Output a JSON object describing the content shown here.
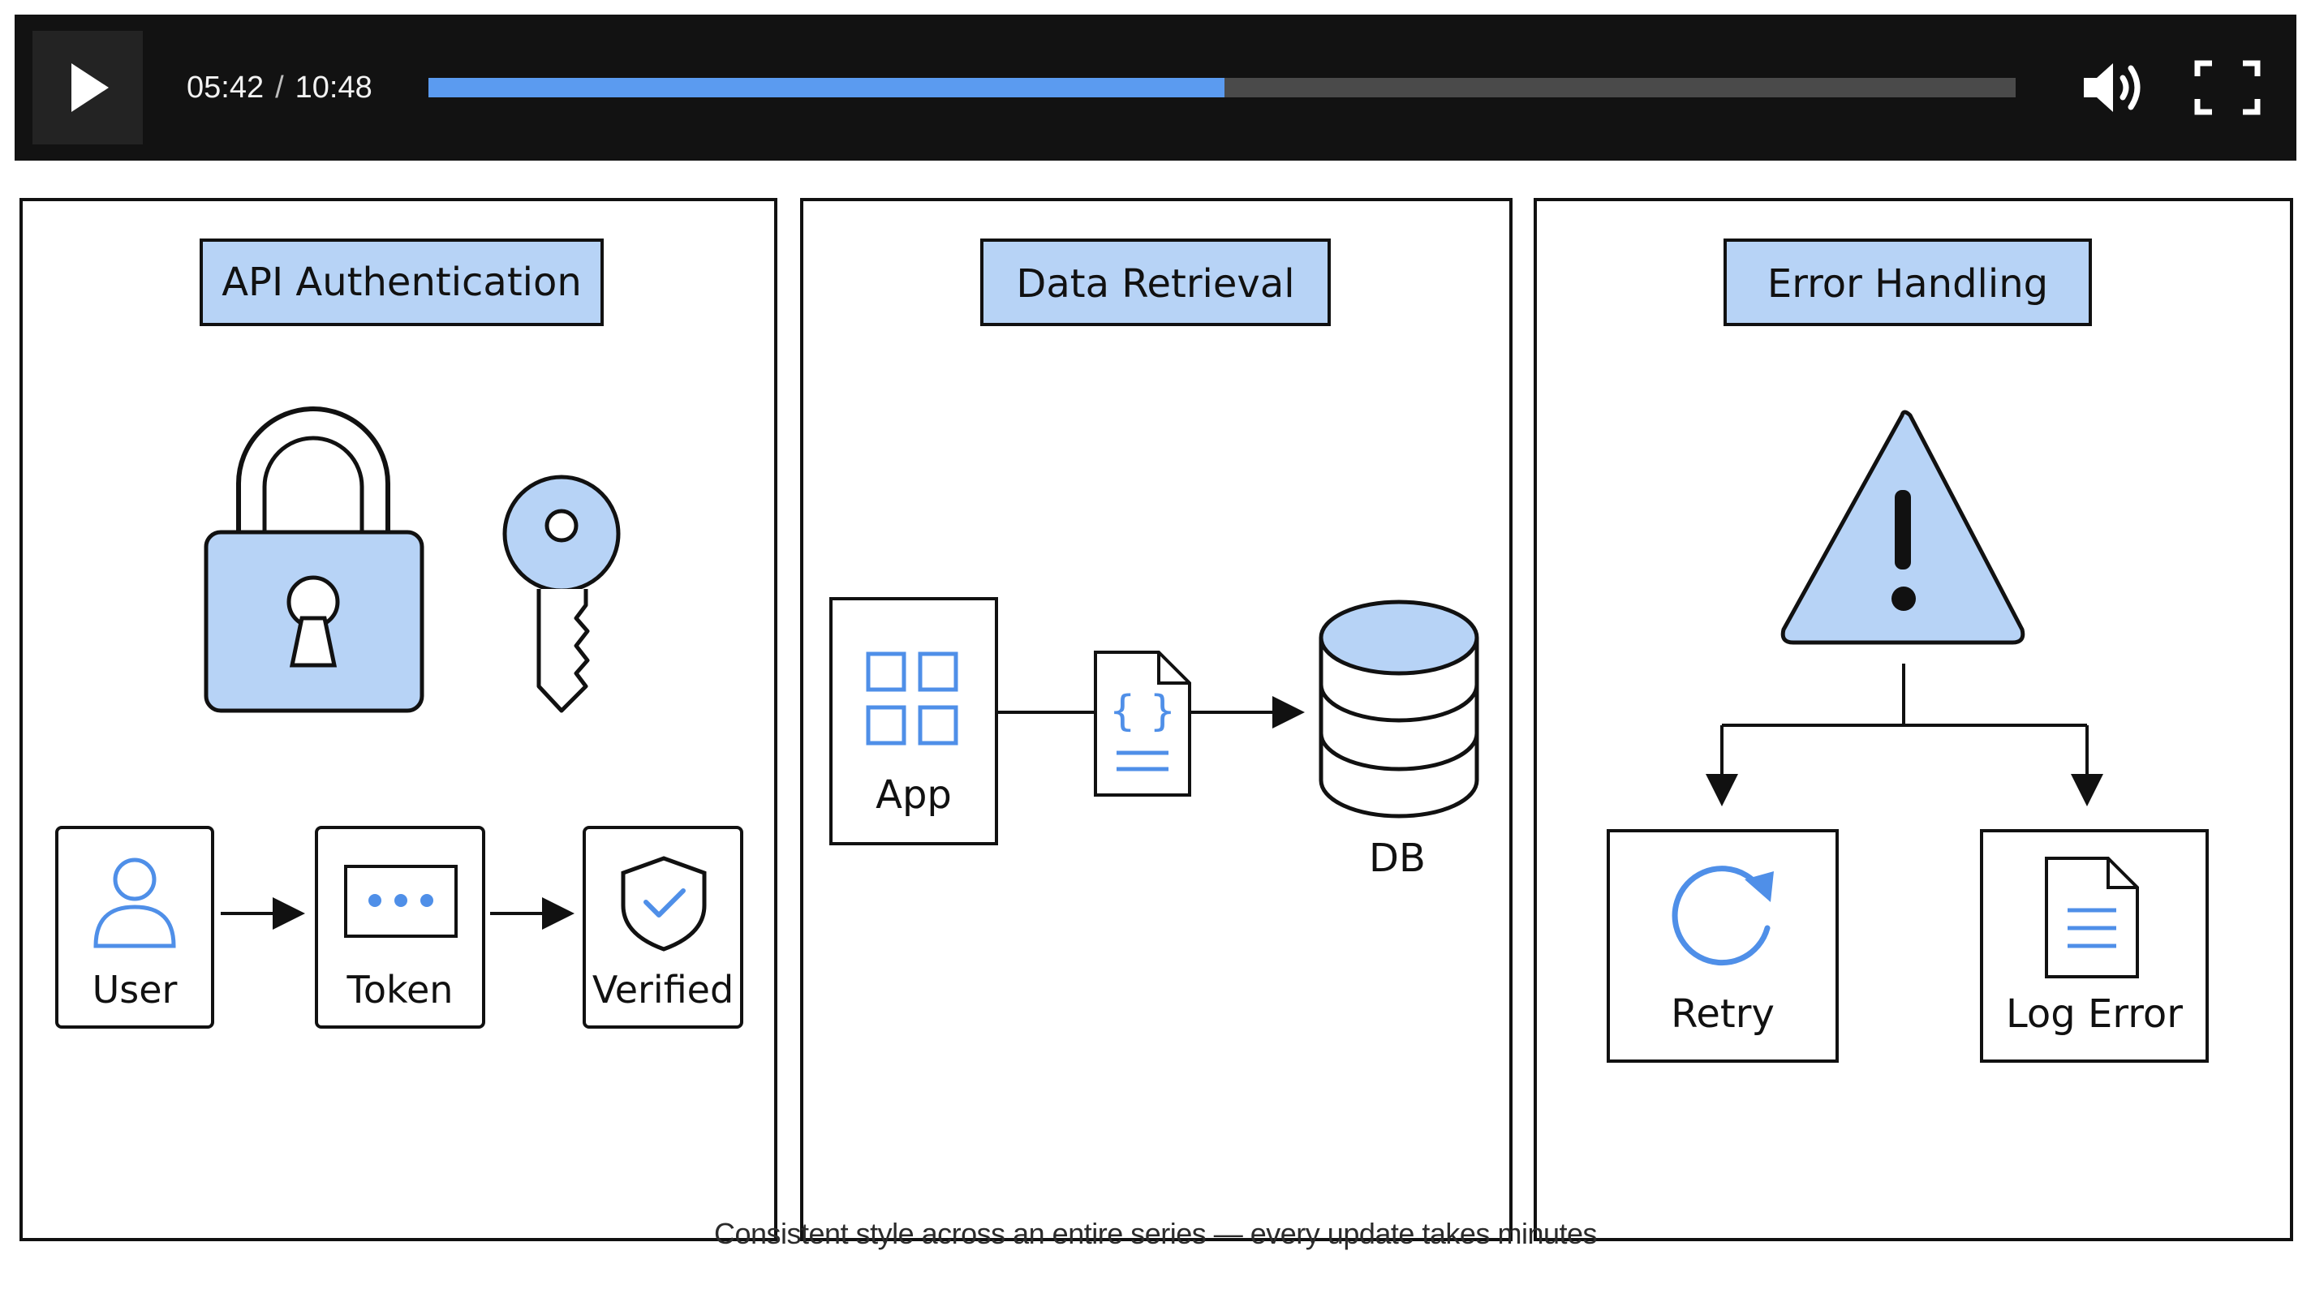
{
  "player": {
    "current_time": "05:42",
    "separator": "/",
    "duration": "10:48",
    "progress_fraction": 0.5015,
    "accent_color": "#5b9bf0",
    "icons": {
      "play": "play-icon",
      "volume": "volume-icon",
      "fullscreen": "fullscreen-icon"
    }
  },
  "panels": {
    "auth": {
      "title": "API Authentication",
      "icons": [
        "padlock-icon",
        "key-icon"
      ],
      "flow": {
        "user": "User",
        "token": "Token",
        "verified": "Verified"
      }
    },
    "retrieval": {
      "title": "Data Retrieval",
      "app": "App",
      "payload_icon": "json-document-icon",
      "db": "DB"
    },
    "errors": {
      "title": "Error Handling",
      "warning_icon": "warning-icon",
      "retry": "Retry",
      "log_error": "Log Error"
    }
  },
  "caption": "Consistent style across an entire series — every update takes minutes",
  "colors": {
    "fill_blue": "#b7d3f6",
    "icon_blue": "#4f8fe8",
    "stroke": "#111111"
  }
}
